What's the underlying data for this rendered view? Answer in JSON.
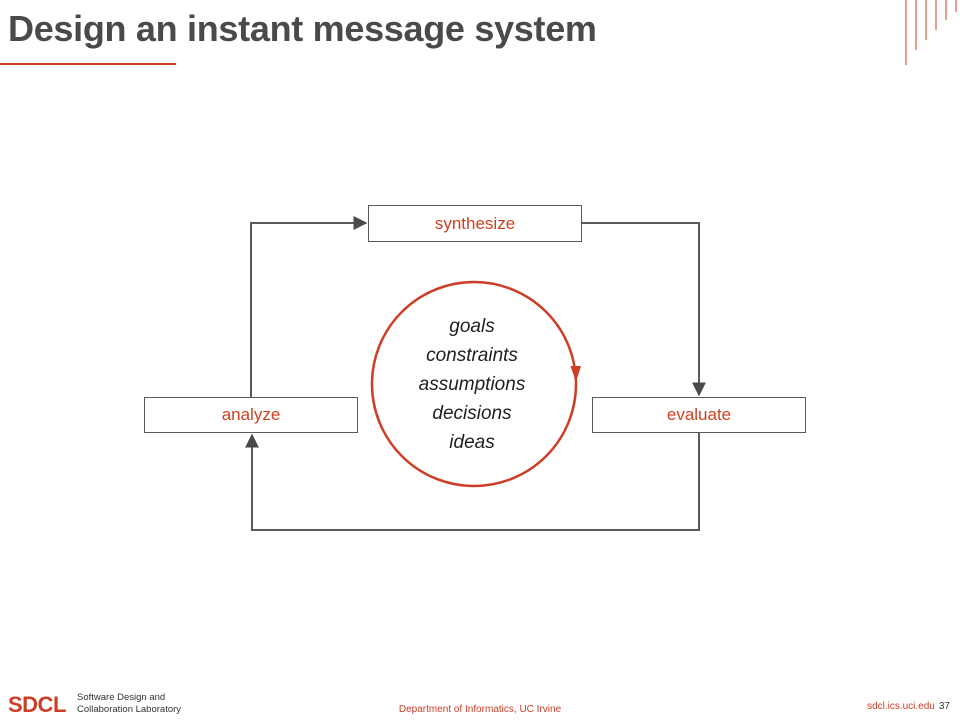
{
  "slide": {
    "title": "Design an instant message system"
  },
  "diagram": {
    "nodes": {
      "synthesize": "synthesize",
      "analyze": "analyze",
      "evaluate": "evaluate"
    },
    "center_items": [
      "goals",
      "constraints",
      "assumptions",
      "decisions",
      "ideas"
    ],
    "colors": {
      "accent": "#cc3e26",
      "box_text": "#d04020",
      "line": "#5a5a5a"
    }
  },
  "footer": {
    "logo": "SDCL",
    "lab_line1": "Software Design and",
    "lab_line2": "Collaboration Laboratory",
    "department": "Department of Informatics, UC Irvine",
    "site": "sdcl.ics.uci.edu",
    "page_number": "37"
  }
}
